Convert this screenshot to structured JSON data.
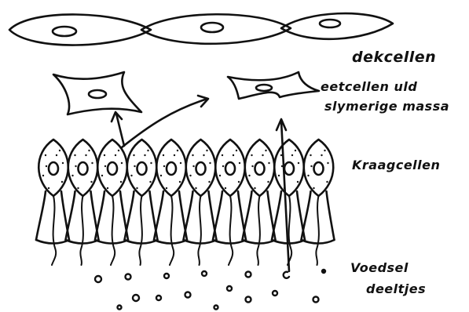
{
  "labels": {
    "dekcellen": "dekcellen",
    "eetcellen_line1": "eetcellen uld",
    "eetcellen_line2": "slymerige massa",
    "kraagcellen": "Kraagcellen",
    "voedsel_line1": "Voedsel",
    "voedsel_line2": "deeltjes"
  },
  "colors": {
    "ink": "#111111",
    "background": "#ffffff"
  }
}
